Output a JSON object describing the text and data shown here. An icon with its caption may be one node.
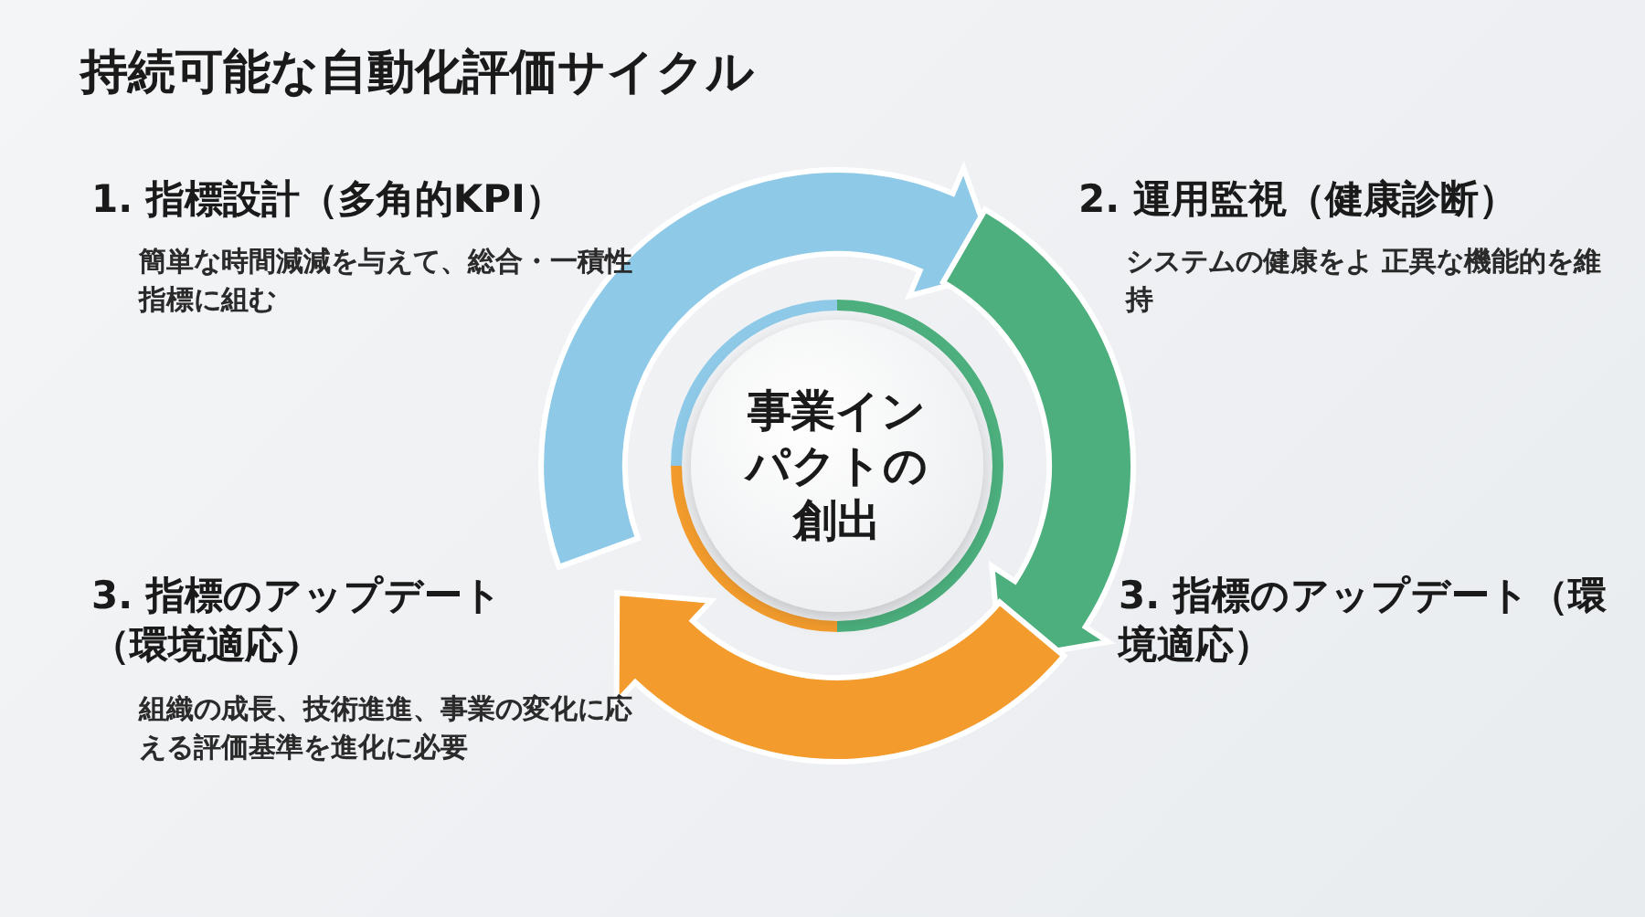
{
  "diagram": {
    "title": "持続可能な自動化評価サイクル",
    "nodes": [
      {
        "text": [
          "1. 指標設計（多角的KPI）",
          "簡単な時間減減を与えて、総合・一積性指標に組む"
        ]
      },
      {
        "text": [
          "2. 運用監視（健康診断）",
          "システムの健康をよ 正異な機能的を維持"
        ]
      },
      {
        "text": [
          "3. 指標のアップデート（環境適応）"
        ]
      },
      {
        "text": [
          "3. 指標のアップデート（環境適応）",
          "組織の成長、技術進進、事業の変化に応える評価基準を進化に必要"
        ]
      },
      {
        "text": [
          "事業インパクトの創出"
        ]
      }
    ],
    "edges": [
      {
        "from": 0,
        "to": 1,
        "arrow": "to",
        "style": "thick",
        "color": "#8ecae8"
      },
      {
        "from": 1,
        "to": 2,
        "arrow": "to",
        "style": "thick",
        "color": "#4caf7d"
      },
      {
        "from": 2,
        "to": 3,
        "arrow": "to",
        "style": "thick",
        "color": "#f39c2d"
      }
    ]
  }
}
